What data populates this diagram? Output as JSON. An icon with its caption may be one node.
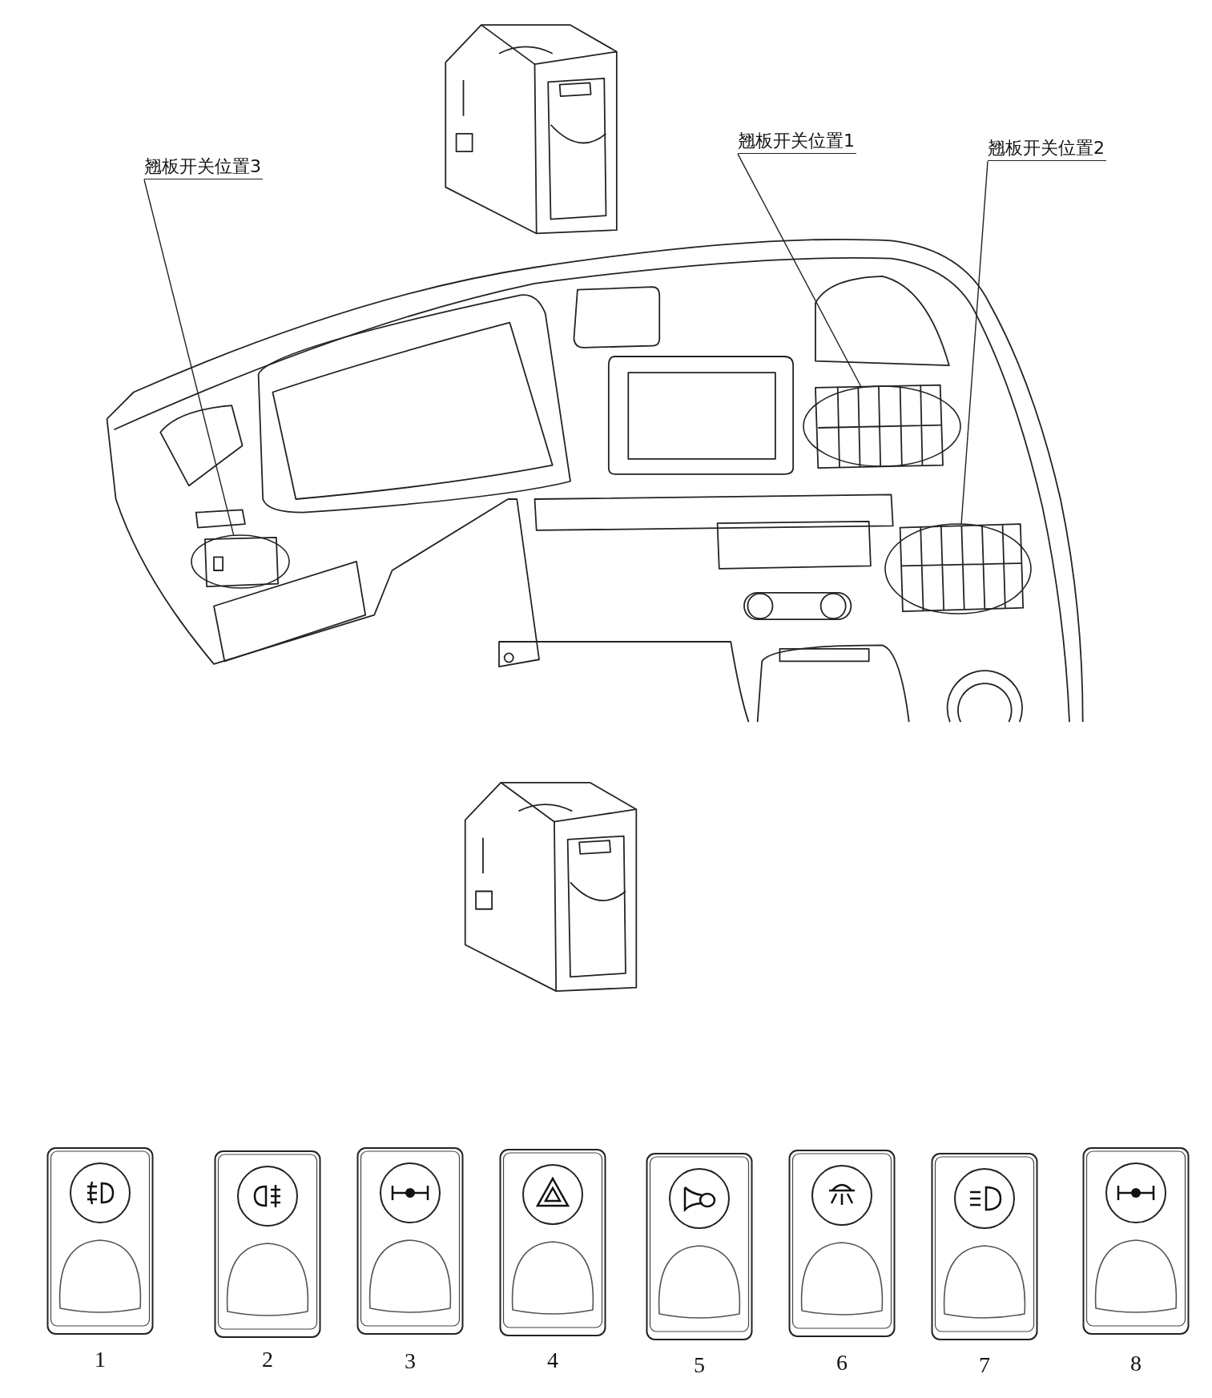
{
  "diagram": {
    "nodes": [
      {
        "text": [
          "翘板开关位置3"
        ]
      },
      {
        "text": [
          "翘板开关位置1"
        ]
      },
      {
        "text": [
          "翘板开关位置2"
        ]
      },
      {
        "text": [],
        "shape": "ellipse"
      },
      {
        "text": [],
        "shape": "ellipse"
      },
      {
        "text": [],
        "shape": "ellipse"
      }
    ],
    "edges": [
      {
        "from": 0,
        "to": 3,
        "arrow": "none"
      },
      {
        "from": 1,
        "to": 4,
        "arrow": "none"
      },
      {
        "from": 2,
        "to": 5,
        "arrow": "none"
      }
    ],
    "labels": [
      "1",
      "2",
      "3",
      "4",
      "5",
      "6",
      "7",
      "8"
    ]
  }
}
